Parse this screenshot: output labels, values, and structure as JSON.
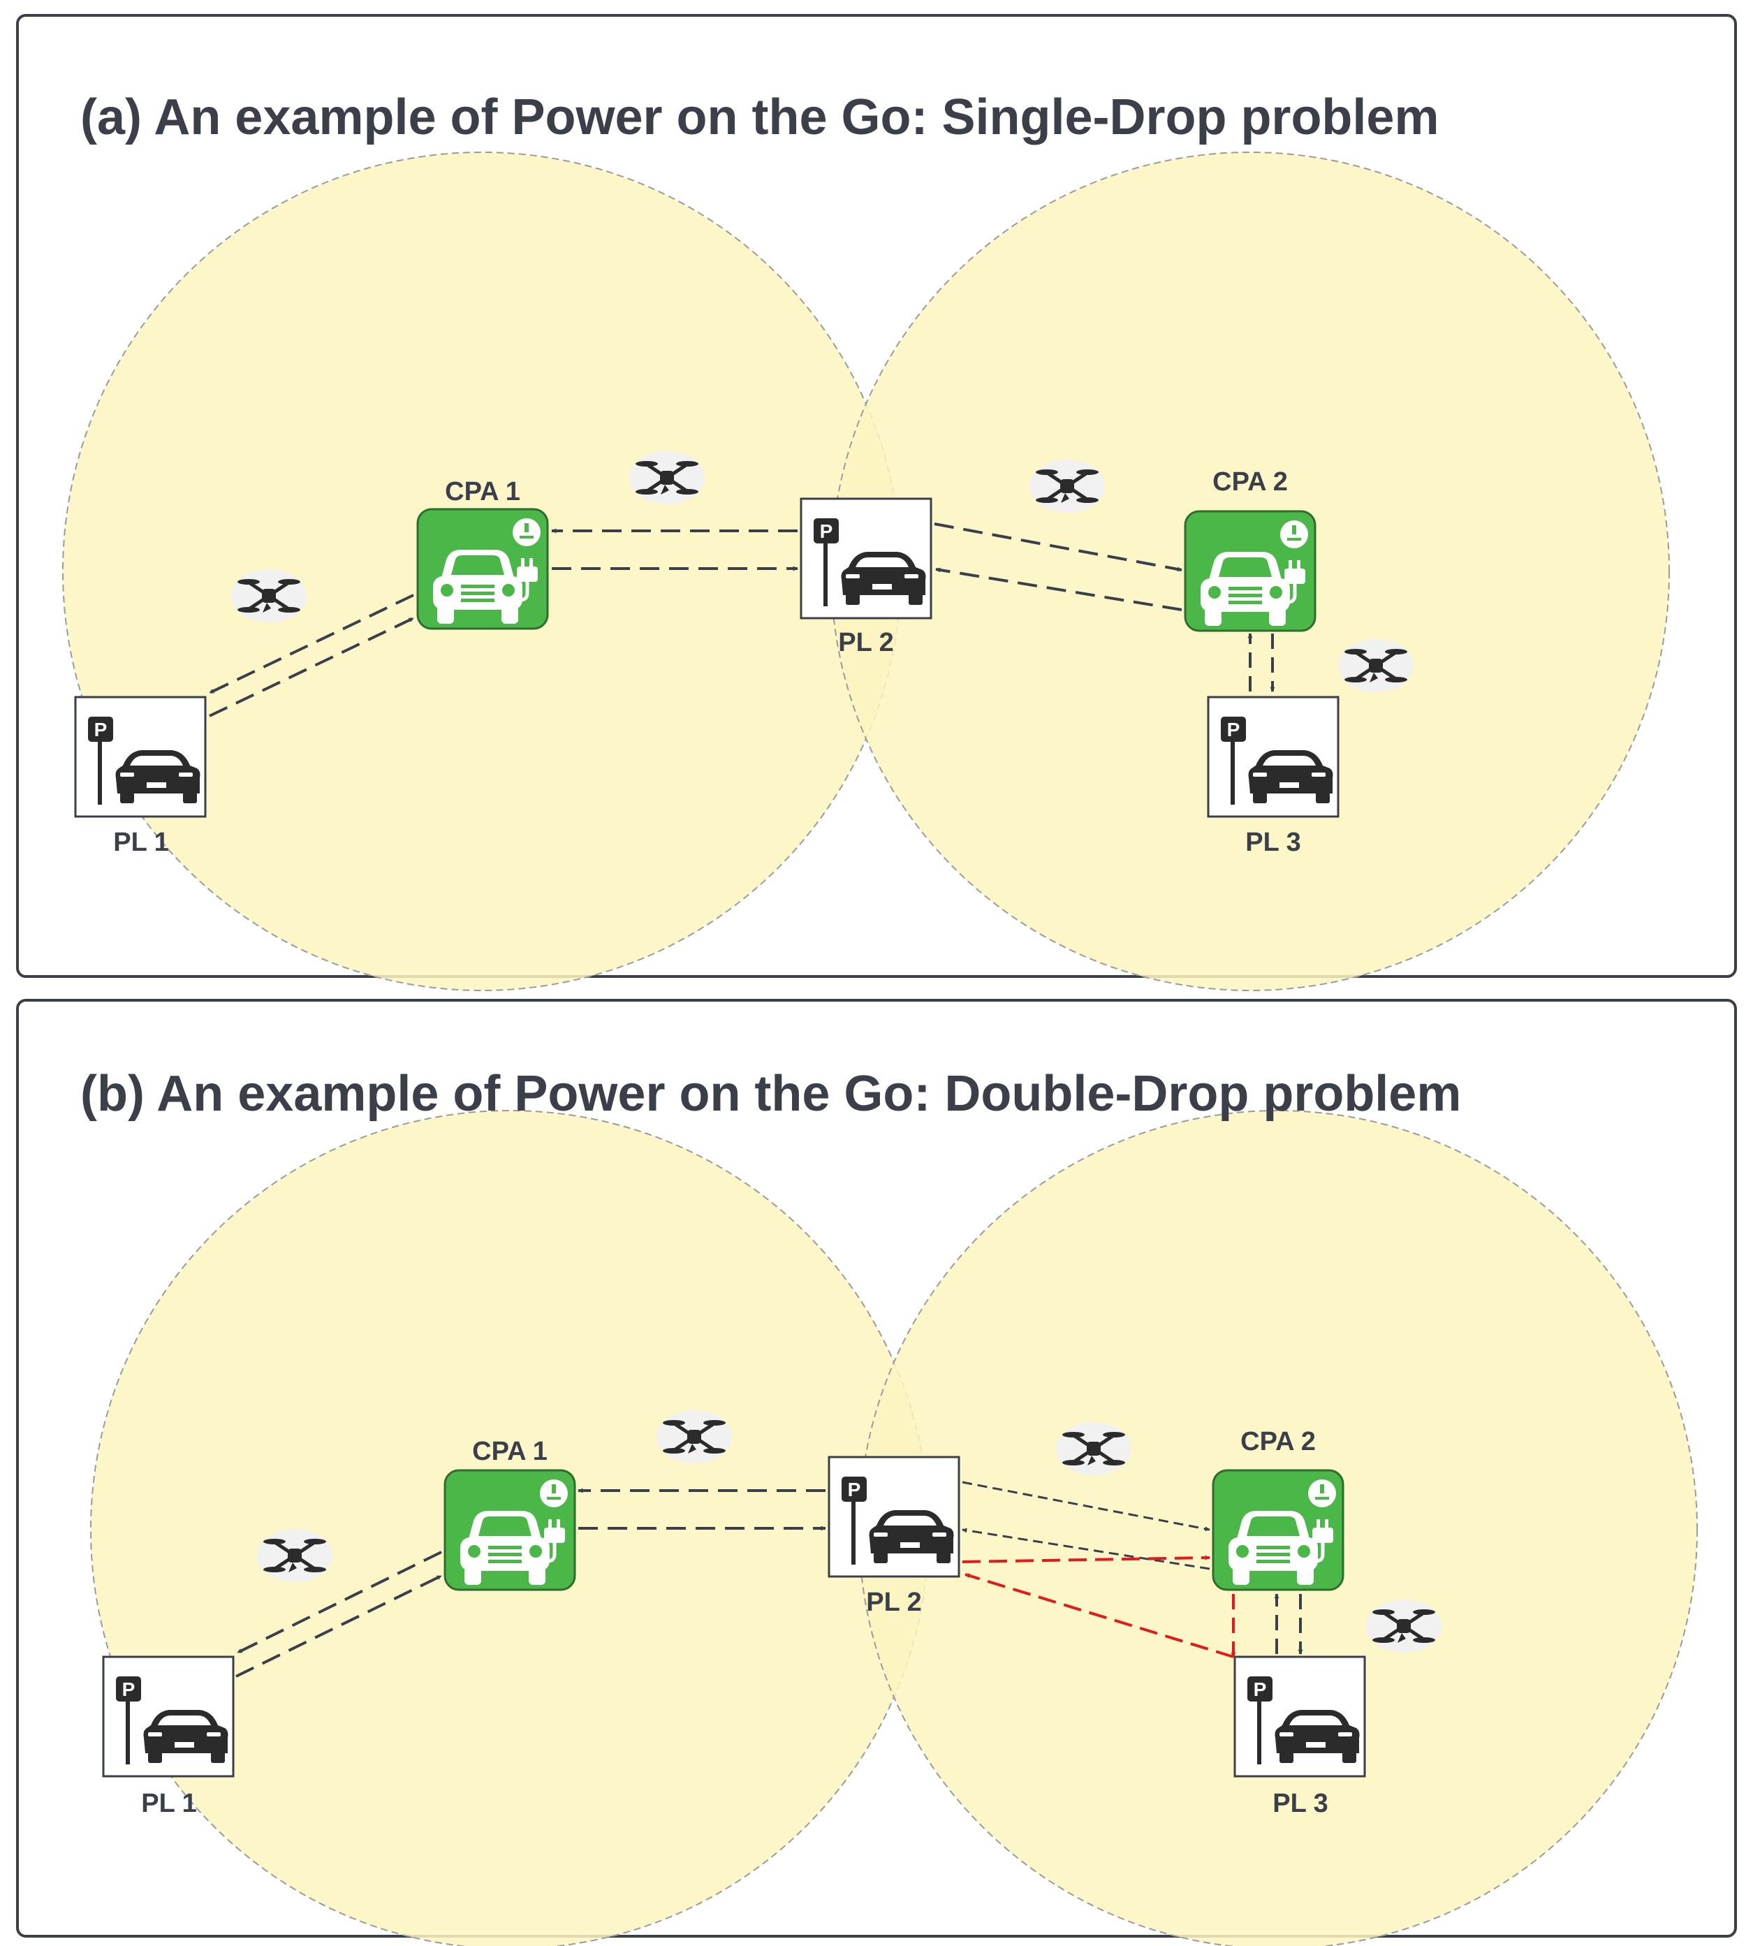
{
  "colors": {
    "coverage_fill": "#fbf5c0",
    "coverage_stroke": "#9b9b9b",
    "cpa_green": "#4ab748",
    "route_dark": "#3a3f4a",
    "route_red": "#e01b1b",
    "frame": "#3a3f4a"
  },
  "icons": [
    "charging-station-car-icon",
    "parking-sign-icon",
    "parked-car-icon",
    "drone-icon"
  ],
  "panels": [
    {
      "title": "(a) An example of Power on the Go: Single-Drop problem",
      "cpa_labels": [
        "CPA 1",
        "CPA 2"
      ],
      "pl_labels": [
        "PL 1",
        "PL 2",
        "PL 3"
      ],
      "routes": [
        {
          "from": "CPA 1",
          "to": "PL 1",
          "color": "dark"
        },
        {
          "from": "PL 1",
          "to": "CPA 1",
          "color": "dark"
        },
        {
          "from": "CPA 1",
          "to": "PL 2",
          "color": "dark"
        },
        {
          "from": "PL 2",
          "to": "CPA 1",
          "color": "dark"
        },
        {
          "from": "PL 2",
          "to": "CPA 2",
          "color": "dark"
        },
        {
          "from": "CPA 2",
          "to": "PL 2",
          "color": "dark"
        },
        {
          "from": "CPA 2",
          "to": "PL 3",
          "color": "dark"
        },
        {
          "from": "PL 3",
          "to": "CPA 2",
          "color": "dark"
        }
      ]
    },
    {
      "title": "(b) An example of Power on the Go: Double-Drop problem",
      "cpa_labels": [
        "CPA 1",
        "CPA 2"
      ],
      "pl_labels": [
        "PL 1",
        "PL 2",
        "PL 3"
      ],
      "routes": [
        {
          "from": "CPA 1",
          "to": "PL 1",
          "color": "dark"
        },
        {
          "from": "PL 1",
          "to": "CPA 1",
          "color": "dark"
        },
        {
          "from": "CPA 1",
          "to": "PL 2",
          "color": "dark"
        },
        {
          "from": "PL 2",
          "to": "CPA 1",
          "color": "dark"
        },
        {
          "from": "PL 2",
          "to": "CPA 2",
          "color": "dark"
        },
        {
          "from": "CPA 2",
          "to": "PL 2",
          "color": "dark"
        },
        {
          "from": "CPA 2",
          "to": "PL 3",
          "color": "dark"
        },
        {
          "from": "PL 3",
          "to": "CPA 2",
          "color": "dark"
        },
        {
          "from": "PL 2",
          "to": "CPA 2",
          "color": "red"
        },
        {
          "from": "CPA 2",
          "to": "PL 3",
          "color": "red"
        },
        {
          "from": "PL 3",
          "to": "PL 2",
          "color": "red"
        }
      ]
    }
  ]
}
